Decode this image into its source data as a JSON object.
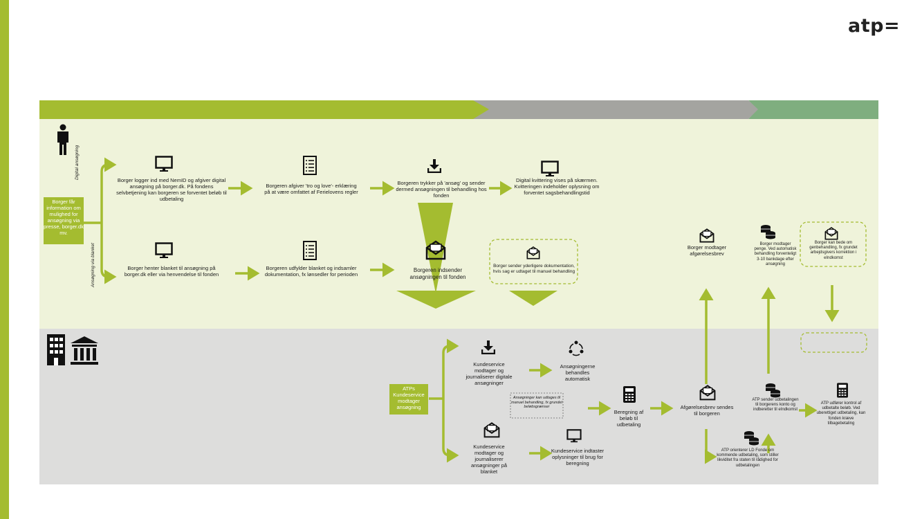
{
  "brand": {
    "logo_text": "atp="
  },
  "colors": {
    "accent_green": "#a4bc30",
    "light_green": "#eff3da",
    "grey": "#dddddc",
    "dark_grey_arrow": "#a4a4a0",
    "teal_green": "#7fae7f"
  },
  "lanes": {
    "start": "Borger får information om mulighed for ansøgning via presse, borger.dk mv.",
    "digital_label": "Digital ansøgning",
    "blanket_label": "Ansøgning via blanket",
    "atp_start": "ATPs Kundeservice modtager ansøgning"
  },
  "citizen": {
    "d1": "Borger logger ind med NemID og afgiver digital ansøgning på borger.dk. På fondens selvbetjening kan borgeren se forventet beløb til udbetaling",
    "d2": "Borgeren afgiver 'tro og love'- erklæring på at være omfattet af Ferielovens regler",
    "d3": "Borgeren trykker på 'ansøg' og sender dermed ansøgningen til behandling hos fonden",
    "d4": "Digital kvittering vises på skærmen. Kvitteringen indeholder oplysning om forventet sagsbehandlingstid",
    "b1": "Borger henter blanket til ansøgning på borger.dk eller via henvendelse til fonden",
    "b2": "Borgeren udfylder blanket og indsamler dokumentation, fx lønsedler for perioden",
    "b3": "Borgeren indsender ansøgningen til fonden",
    "b4": "Borger sender yderligere dokumentation, hvis sag er udtaget til manuel behandling",
    "r1": "Borger modtager afgørelsesbrev",
    "r2": "Borger modtager penge. Ved automatisk behandling forventeligt 3-10 bankdage efter ansøgning",
    "r3": "Borger kan bede om genbehandling, fx grundet arbejdsgivers korrektion i eIndkomst"
  },
  "atp": {
    "k1": "Kundeservice modtager og journaliserer digitale ansøgninger",
    "k2": "Ansøgningerne behandles automatisk",
    "note": "Ansøgninger kan udtages til manuel behandling, fx grundet beløbsgrænser",
    "k3": "Kundeservice modtager og journaliserer ansøgninger på blanket",
    "k4": "Kundeservice indtaster oplysninger til brug for beregning",
    "calc": "Beregning af beløb til udbetaling",
    "letter": "Afgørelsesbrev sendes til borgeren",
    "pay": "ATP sender udbetalingen til borgerens konto og indberetter til eIndkomst",
    "notify": "ATP orienterer LD Fonde om kommende udbetaling, som stiller likviditet fra staten til rådighed for udbetalingen",
    "control": "ATP udfører kontrol af udbetalte beløb. Ved uberettiget udbetaling, kan fonden kræve tilbagebetaling"
  },
  "icons": [
    "person-icon",
    "building-icon",
    "bank-icon",
    "monitor-icon",
    "checklist-icon",
    "download-icon",
    "envelope-icon",
    "coins-icon",
    "calculator-icon",
    "cycle-icon"
  ]
}
